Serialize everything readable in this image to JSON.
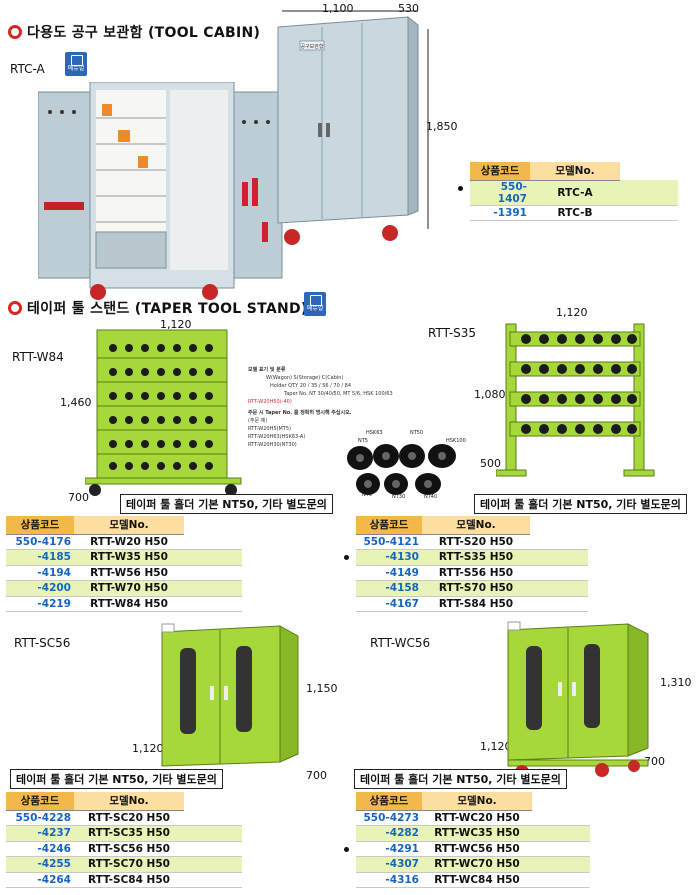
{
  "sections": {
    "tool_cabin": {
      "title": "다용도 공구 보관함 (TOOL CABIN)"
    },
    "taper_stand": {
      "title": "테이퍼 툴 스탠드 (TAPER TOOL STAND)"
    }
  },
  "manual_label": "메뉴얼",
  "models": {
    "rtc_a": "RTC-A",
    "rtt_w84": "RTT-W84",
    "rtt_s35": "RTT-S35",
    "rtt_sc56": "RTT-SC56",
    "rtt_wc56": "RTT-WC56"
  },
  "cabinet_label": "공구보관함",
  "dims": {
    "cabin_w": "1,100",
    "cabin_d": "530",
    "cabin_h": "1,850",
    "w84_w": "1,120",
    "w84_h": "1,460",
    "w84_d": "700",
    "s35_w": "1,120",
    "s35_h": "1,080",
    "s35_d": "500",
    "sc56_h": "1,150",
    "sc56_w": "1,120",
    "sc56_d": "700",
    "wc56_h": "1,310",
    "wc56_w": "1,120",
    "wc56_d": "700"
  },
  "note": "테이퍼 툴 홀더 기본 NT50, 기타 별도문의",
  "spec_notes": {
    "title": "모델 표기 및 분류",
    "line1": "W(Wagon) S(Storage) C(Cabin)",
    "line2": "Holder QTY 20 / 35 / 56 / 70 / 84",
    "line3": "Taper No. NT 30/40/50, MT 5/6, HSK 100/63",
    "example": "RTT-W20H50(-40)",
    "order": "주문 시 Taper No. 를 정확히 명시해 주십시오.",
    "ex_label": "(주문 예)",
    "ex1": "RTT-W20H5(MT5)",
    "ex2": "RTT-W20H63(HSK63-A)",
    "ex3": "RTT-W20H30(NT30)"
  },
  "holders": [
    "NT5",
    "HSK63",
    "NT50",
    "HSK100",
    "NT6",
    "NT30",
    "NT40"
  ],
  "table_header": {
    "code": "상품코드",
    "model": "모델No."
  },
  "tables": {
    "rtc": [
      {
        "code": "550-1407",
        "model": "RTC-A",
        "mark": true
      },
      {
        "code": "-1391",
        "model": "RTC-B",
        "mark": false
      }
    ],
    "w": [
      {
        "code": "550-4176",
        "model": "RTT-W20 H50",
        "mark": false
      },
      {
        "code": "-4185",
        "model": "RTT-W35 H50",
        "mark": false
      },
      {
        "code": "-4194",
        "model": "RTT-W56 H50",
        "mark": false
      },
      {
        "code": "-4200",
        "model": "RTT-W70 H50",
        "mark": false
      },
      {
        "code": "-4219",
        "model": "RTT-W84 H50",
        "mark": true
      }
    ],
    "s": [
      {
        "code": "550-4121",
        "model": "RTT-S20 H50",
        "mark": false
      },
      {
        "code": "-4130",
        "model": "RTT-S35 H50",
        "mark": true
      },
      {
        "code": "-4149",
        "model": "RTT-S56 H50",
        "mark": false
      },
      {
        "code": "-4158",
        "model": "RTT-S70 H50",
        "mark": false
      },
      {
        "code": "-4167",
        "model": "RTT-S84 H50",
        "mark": false
      }
    ],
    "sc": [
      {
        "code": "550-4228",
        "model": "RTT-SC20 H50",
        "mark": false
      },
      {
        "code": "-4237",
        "model": "RTT-SC35 H50",
        "mark": false
      },
      {
        "code": "-4246",
        "model": "RTT-SC56 H50",
        "mark": true
      },
      {
        "code": "-4255",
        "model": "RTT-SC70 H50",
        "mark": false
      },
      {
        "code": "-4264",
        "model": "RTT-SC84 H50",
        "mark": false
      }
    ],
    "wc": [
      {
        "code": "550-4273",
        "model": "RTT-WC20 H50",
        "mark": false
      },
      {
        "code": "-4282",
        "model": "RTT-WC35 H50",
        "mark": false
      },
      {
        "code": "-4291",
        "model": "RTT-WC56 H50",
        "mark": true
      },
      {
        "code": "-4307",
        "model": "RTT-WC70 H50",
        "mark": false
      },
      {
        "code": "-4316",
        "model": "RTT-WC84 H50",
        "mark": false
      }
    ]
  },
  "colors": {
    "ring": "#d8281e",
    "lime": "#a6d83a",
    "code_blue": "#1565c0",
    "header_orange": "#f2b84a",
    "row_green": "#e8f4b7"
  }
}
